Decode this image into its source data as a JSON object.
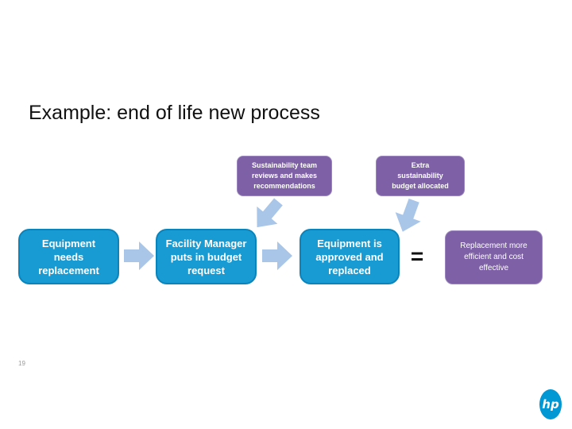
{
  "slide": {
    "title": "Example: end of life new process",
    "page_number": "19",
    "equals_sign": "="
  },
  "colors": {
    "box_purple": "#7d60a5",
    "box_blue": "#189ad3",
    "arrow_light_blue": "#a9c6e8",
    "hp_logo_blue": "#0097d5",
    "title_text": "#111111",
    "box_text": "#ffffff"
  },
  "top_boxes": [
    {
      "lines": [
        "Sustainability team",
        "reviews and makes",
        "recommendations"
      ]
    },
    {
      "lines": [
        "Extra",
        "sustainability",
        "budget allocated"
      ]
    }
  ],
  "flow_boxes": [
    {
      "lines": [
        "Equipment",
        "needs",
        "replacement"
      ]
    },
    {
      "lines": [
        "Facility Manager",
        "puts in budget",
        "request"
      ]
    },
    {
      "lines": [
        "Equipment is",
        "approved and",
        "replaced"
      ]
    }
  ],
  "result_box": {
    "lines": [
      "Replacement more",
      "efficient and cost",
      "effective"
    ]
  },
  "logo": {
    "text": "hp"
  }
}
